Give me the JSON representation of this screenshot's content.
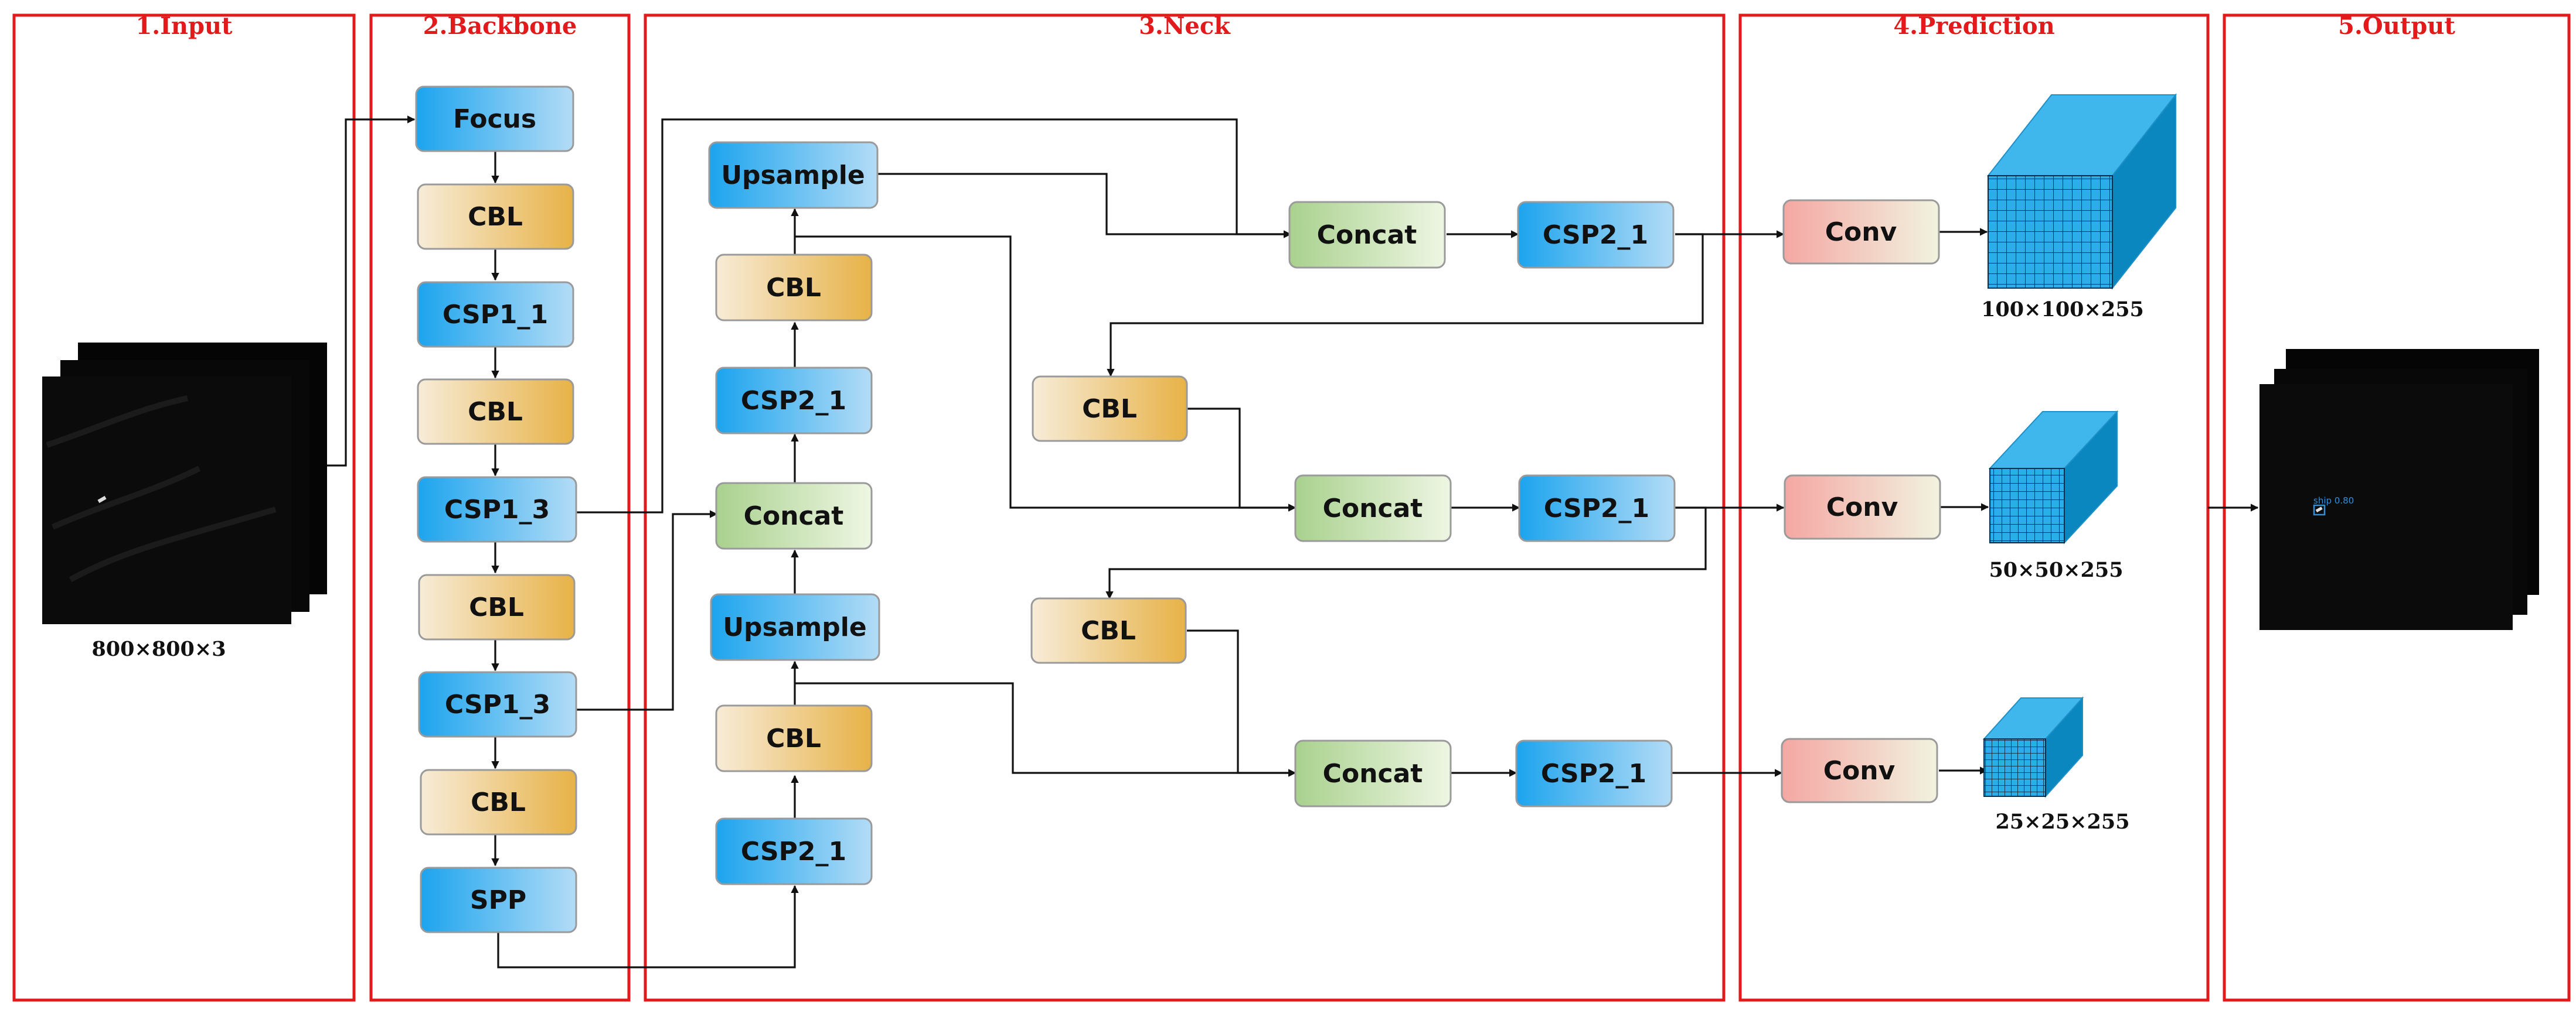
{
  "sections": [
    {
      "id": "input",
      "title": "1.Input"
    },
    {
      "id": "backbone",
      "title": "2.Backbone"
    },
    {
      "id": "neck",
      "title": "3.Neck"
    },
    {
      "id": "prediction",
      "title": "4.Prediction"
    },
    {
      "id": "output",
      "title": "5.Output"
    }
  ],
  "input": {
    "size_label": "800×800×3"
  },
  "backbone": {
    "blocks": [
      "Focus",
      "CBL",
      "CSP1_1",
      "CBL",
      "CSP1_3",
      "CBL",
      "CSP1_3",
      "CBL",
      "SPP"
    ]
  },
  "neck": {
    "fpn": {
      "upsample_top": "Upsample",
      "cbl_top": "CBL",
      "csp_top": "CSP2_1",
      "concat": "Concat",
      "upsample_bottom": "Upsample",
      "cbl_bottom": "CBL",
      "csp_bottom": "CSP2_1"
    },
    "pan": {
      "concat_1": "Concat",
      "csp_1": "CSP2_1",
      "cbl_1": "CBL",
      "concat_2": "Concat",
      "csp_2": "CSP2_1",
      "cbl_2": "CBL",
      "concat_3": "Concat",
      "csp_3": "CSP2_1"
    }
  },
  "prediction": {
    "heads": [
      {
        "label": "Conv",
        "size_label": "100×100×255"
      },
      {
        "label": "Conv",
        "size_label": "50×50×255"
      },
      {
        "label": "Conv",
        "size_label": "25×25×255"
      }
    ]
  },
  "output": {
    "detection_label": "ship 0.80"
  },
  "colors": {
    "section_border": "#e31a1c",
    "csp_block": [
      "#1ca4ee",
      "#b3dcf6"
    ],
    "cbl_block": [
      "#f7ecd8",
      "#e7b247"
    ],
    "concat_block": [
      "#a9d18e",
      "#eef6e3"
    ],
    "conv_block": [
      "#f4a7a3",
      "#f1f3df"
    ],
    "tensor_cube": "#29aee8"
  }
}
